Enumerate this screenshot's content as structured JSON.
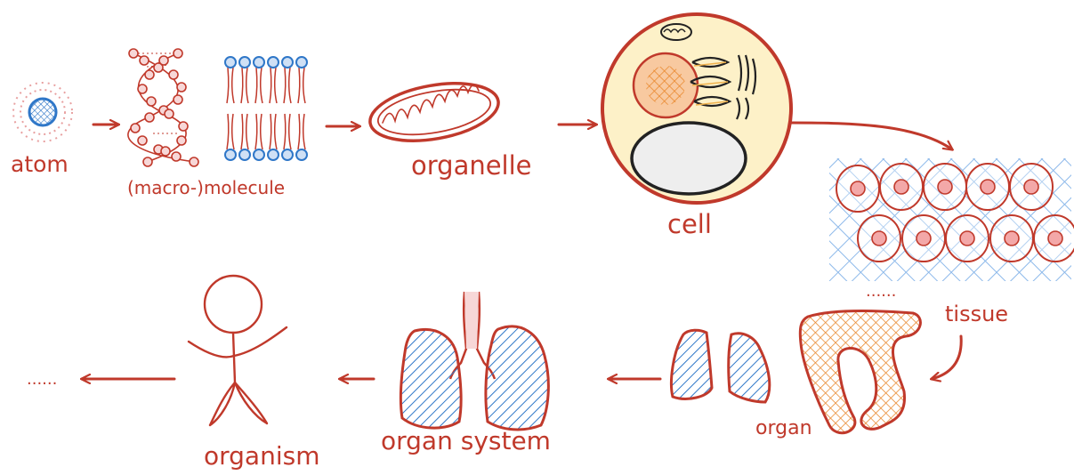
{
  "diagram": {
    "stages": {
      "atom": "atom",
      "macromolecule": "(macro-)molecule",
      "organelle": "organelle",
      "cell": "cell",
      "tissue": "tissue",
      "organ": "organ",
      "organ_system": "organ system",
      "organism": "organism"
    },
    "ellipsis_tissue": "......",
    "ellipsis_end": "......"
  },
  "colors": {
    "accent_red": "#c0392b",
    "blue": "#2f77c8",
    "light_blue": "#8db9ea",
    "orange": "#f39c3c",
    "cell_fill": "#fdf1c8",
    "nucleus_gray": "#eeeeee"
  }
}
